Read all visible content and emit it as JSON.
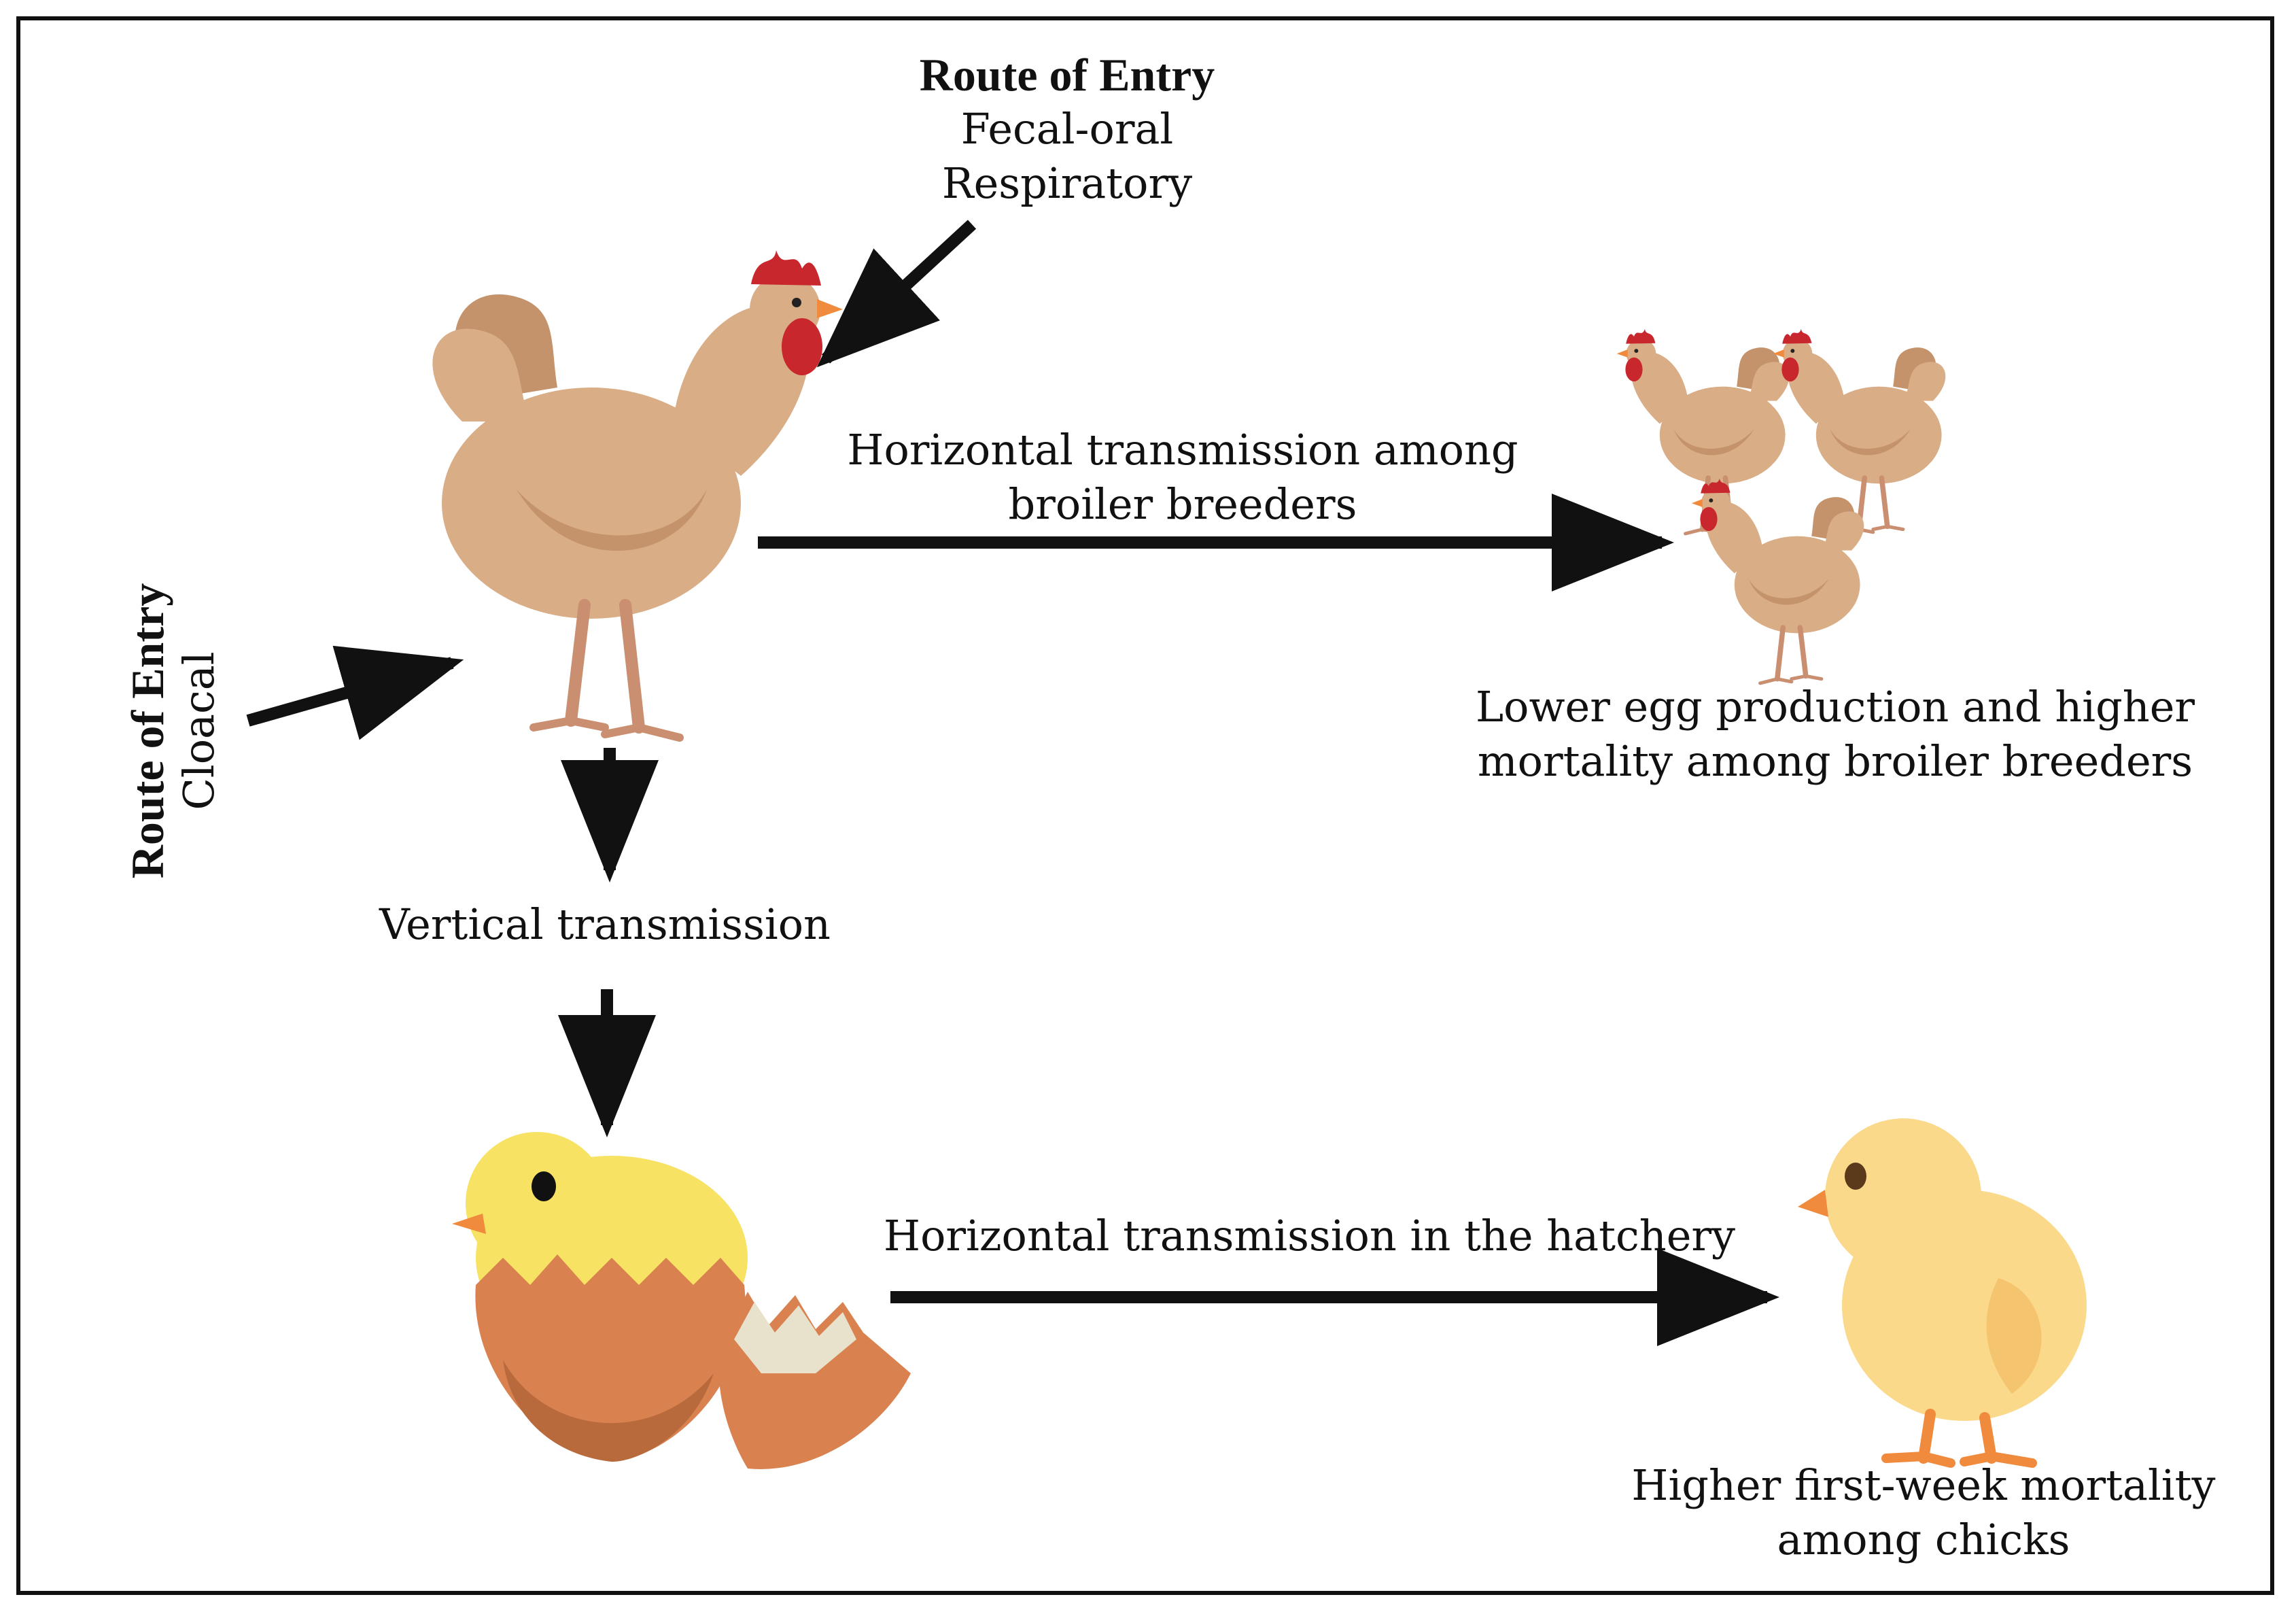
{
  "route_top": {
    "heading": "Route of Entry",
    "routes": [
      "Fecal-oral",
      "Respiratory"
    ]
  },
  "route_left": {
    "heading": "Route of Entry",
    "route": "Cloacal"
  },
  "horizontal_breeders": [
    "Horizontal transmission among",
    "broiler breeders"
  ],
  "outcome_breeders": [
    "Lower egg production and higher",
    "mortality among broiler breeders"
  ],
  "vertical": "Vertical transmission",
  "horizontal_hatchery": "Horizontal transmission in the hatchery",
  "outcome_chicks": [
    "Higher first-week mortality",
    "among chicks"
  ],
  "colors": {
    "arrow": "#111111",
    "hen_body": "#d9ad86",
    "hen_shade": "#c4936b",
    "comb": "#c8272d",
    "chick_yellow": "#f7e264",
    "chick_pale": "#fbd98a",
    "beak": "#f08a3c",
    "eggshell": "#d9824f"
  },
  "icons": [
    "hen-icon",
    "hen-flock-icon",
    "hatching-chick-icon",
    "chick-icon"
  ]
}
